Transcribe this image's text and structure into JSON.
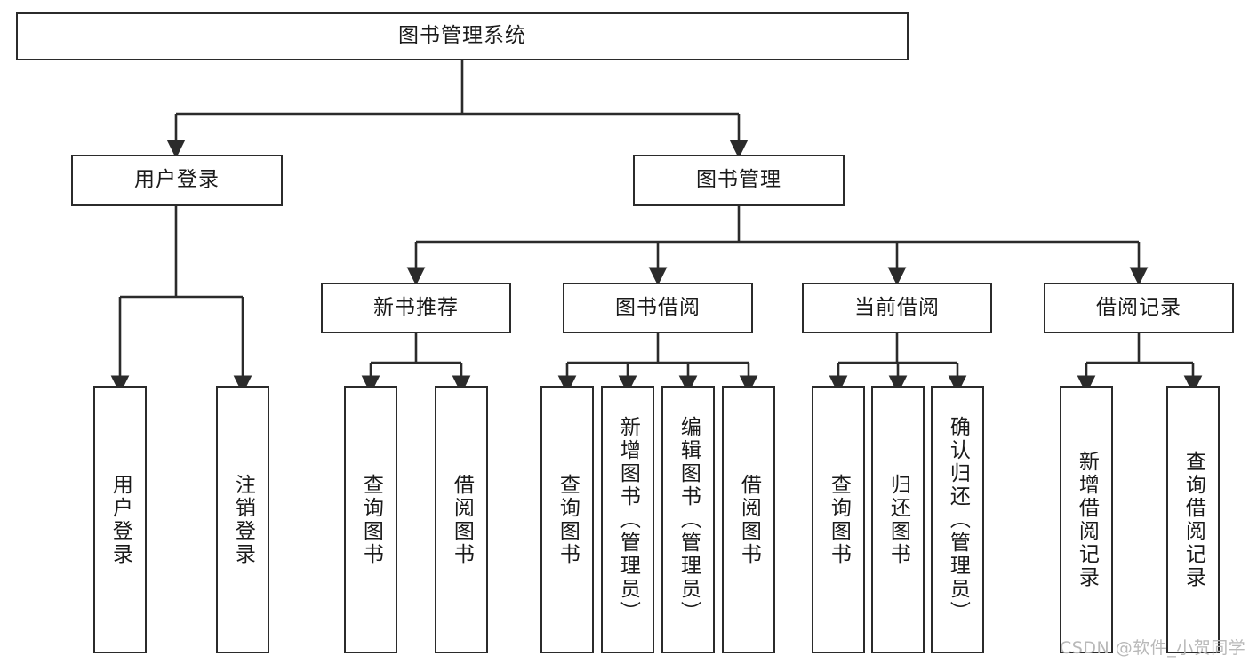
{
  "diagram": {
    "title": "图书管理系统",
    "type": "tree",
    "root": {
      "label": "图书管理系统"
    },
    "level2": [
      {
        "id": "user-login",
        "label": "用户登录"
      },
      {
        "id": "book-management",
        "label": "图书管理"
      }
    ],
    "level3": [
      {
        "id": "new-book-recommend",
        "label": "新书推荐",
        "parent": "book-management"
      },
      {
        "id": "book-borrow",
        "label": "图书借阅",
        "parent": "book-management"
      },
      {
        "id": "current-borrow",
        "label": "当前借阅",
        "parent": "book-management"
      },
      {
        "id": "borrow-record",
        "label": "借阅记录",
        "parent": "book-management"
      }
    ],
    "leaves": {
      "user-login": [
        {
          "id": "leaf-user-login",
          "label": "用户登录"
        },
        {
          "id": "leaf-user-logout",
          "label": "注销登录"
        }
      ],
      "new-book-recommend": [
        {
          "id": "leaf-query-book-1",
          "label": "查询图书"
        },
        {
          "id": "leaf-borrow-book-1",
          "label": "借阅图书"
        }
      ],
      "book-borrow": [
        {
          "id": "leaf-query-book-2",
          "label": "查询图书"
        },
        {
          "id": "leaf-add-book",
          "label": "新增图书（管理员）"
        },
        {
          "id": "leaf-edit-book",
          "label": "编辑图书（管理员）"
        },
        {
          "id": "leaf-borrow-book-2",
          "label": "借阅图书"
        }
      ],
      "current-borrow": [
        {
          "id": "leaf-query-book-3",
          "label": "查询图书"
        },
        {
          "id": "leaf-return-book",
          "label": "归还图书"
        },
        {
          "id": "leaf-confirm-return",
          "label": "确认归还（管理员）"
        }
      ],
      "borrow-record": [
        {
          "id": "leaf-add-record",
          "label": "新增借阅记录"
        },
        {
          "id": "leaf-query-record",
          "label": "查询借阅记录"
        }
      ]
    }
  },
  "watermark": {
    "text": "CSDN @软件_小贺同学"
  },
  "colors": {
    "border": "#2b2b2b",
    "background": "#ffffff",
    "text": "#1a1a1a",
    "watermark": "#b9b9b9"
  }
}
